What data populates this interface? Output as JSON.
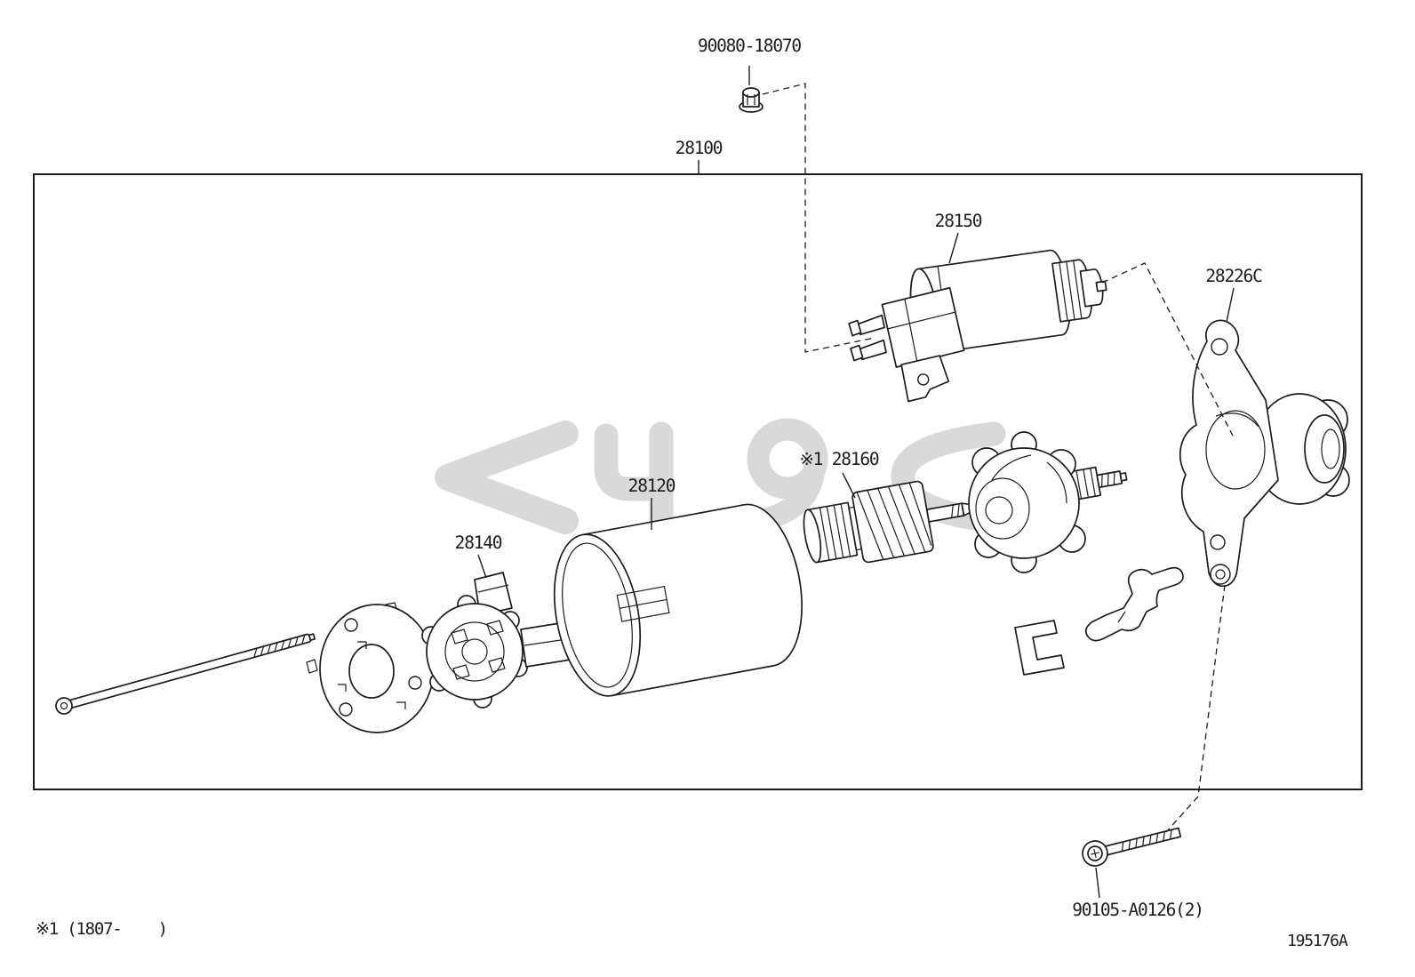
{
  "colors": {
    "ink": "#1c1c1c",
    "watermark": "#d9d9d9",
    "background": "#ffffff"
  },
  "labels": {
    "terminal_nut": "90080-18070",
    "starter_assembly": "28100",
    "magnetic_switch": "28150",
    "drive_housing": "28226C",
    "clutch_sub_assembly": "※1 28160",
    "yoke": "28120",
    "brush_holder": "28140",
    "mounting_bolt": "90105-A0126(2)"
  },
  "footer": {
    "footnote": "※1 (1807-    )",
    "figure_code": "195176A"
  }
}
